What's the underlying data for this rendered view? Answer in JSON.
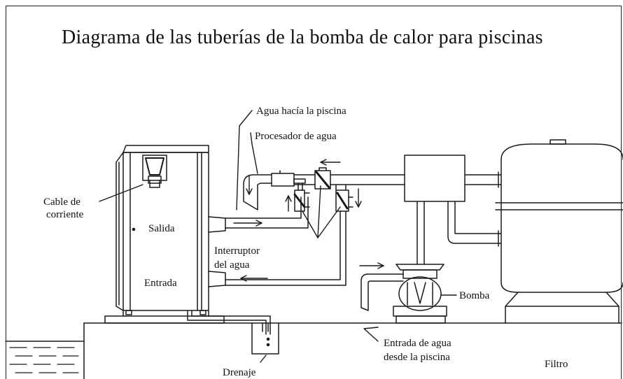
{
  "title": "Diagrama de las tuberías de la bomba de calor para piscinas",
  "labels": {
    "water_to_pool": "Agua hacía la piscina",
    "water_processor": "Procesador de agua",
    "power_cable_line1": "Cable de",
    "power_cable_line2": "corriente",
    "outlet": "Salida",
    "inlet": "Entrada",
    "water_switch_line1": "Interruptor",
    "water_switch_line2": "del agua",
    "pump": "Bomba",
    "water_from_pool_line1": "Entrada de agua",
    "water_from_pool_line2": "desde la piscina",
    "filter": "Filtro",
    "drain": "Drenaje"
  }
}
